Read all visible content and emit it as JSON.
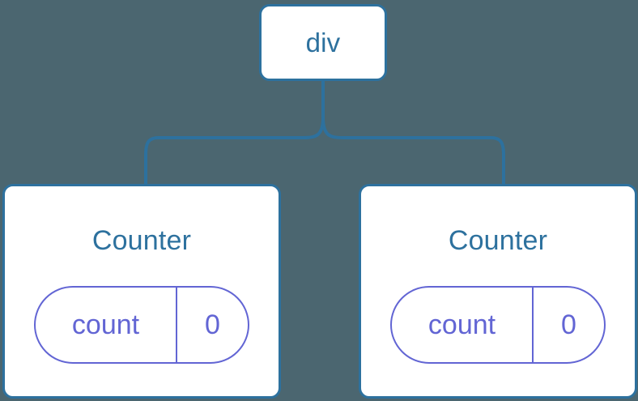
{
  "diagram": {
    "type": "component-tree",
    "background_color": "#4b6670",
    "node_border_color": "#2d719e",
    "node_fill_color": "#ffffff",
    "node_text_color": "#2d719e",
    "pill_color": "#6265d4",
    "connector_color": "#2d719e",
    "root": {
      "label": "div"
    },
    "children": [
      {
        "title": "Counter",
        "state": {
          "key": "count",
          "value": "0"
        }
      },
      {
        "title": "Counter",
        "state": {
          "key": "count",
          "value": "0"
        }
      }
    ]
  }
}
